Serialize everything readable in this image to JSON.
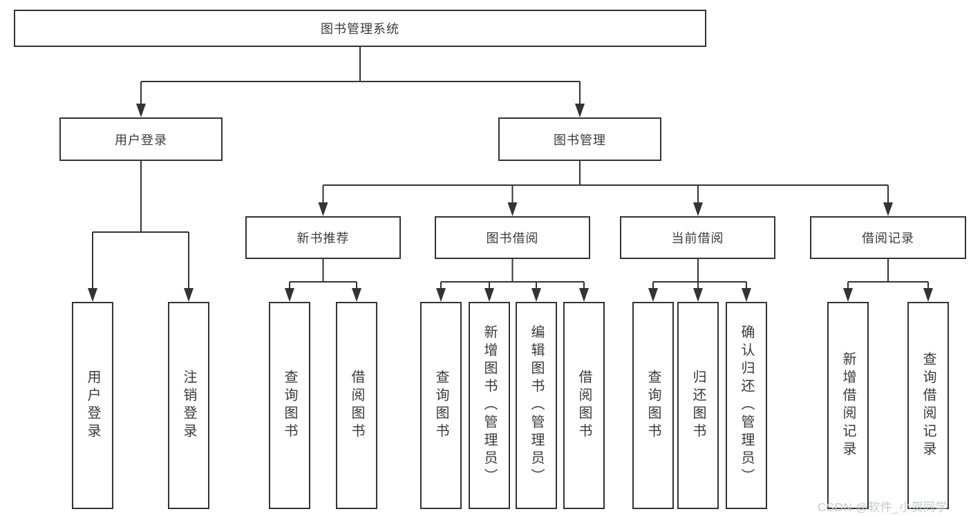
{
  "colors": {
    "line": "#333333",
    "box_border": "#333333",
    "box_background": "#ffffff",
    "text": "#3a3a3a",
    "watermark": "#c5c8cf"
  },
  "watermark": {
    "text": "CSDN @软件_小贺同学"
  },
  "diagram": {
    "root_label": "图书管理系统",
    "user_login": {
      "label": "用户登录",
      "children": [
        "用户登录",
        "注销登录"
      ]
    },
    "book_mgmt": {
      "label": "图书管理",
      "modules": [
        {
          "label": "新书推荐",
          "children": [
            "查询图书",
            "借阅图书"
          ]
        },
        {
          "label": "图书借阅",
          "children": [
            "查询图书",
            "新增图书（管理员）",
            "编辑图书（管理员）",
            "借阅图书"
          ]
        },
        {
          "label": "当前借阅",
          "children": [
            "查询图书",
            "归还图书",
            "确认归还（管理员）"
          ]
        },
        {
          "label": "借阅记录",
          "children": [
            "新增借阅记录",
            "查询借阅记录"
          ]
        }
      ]
    }
  }
}
